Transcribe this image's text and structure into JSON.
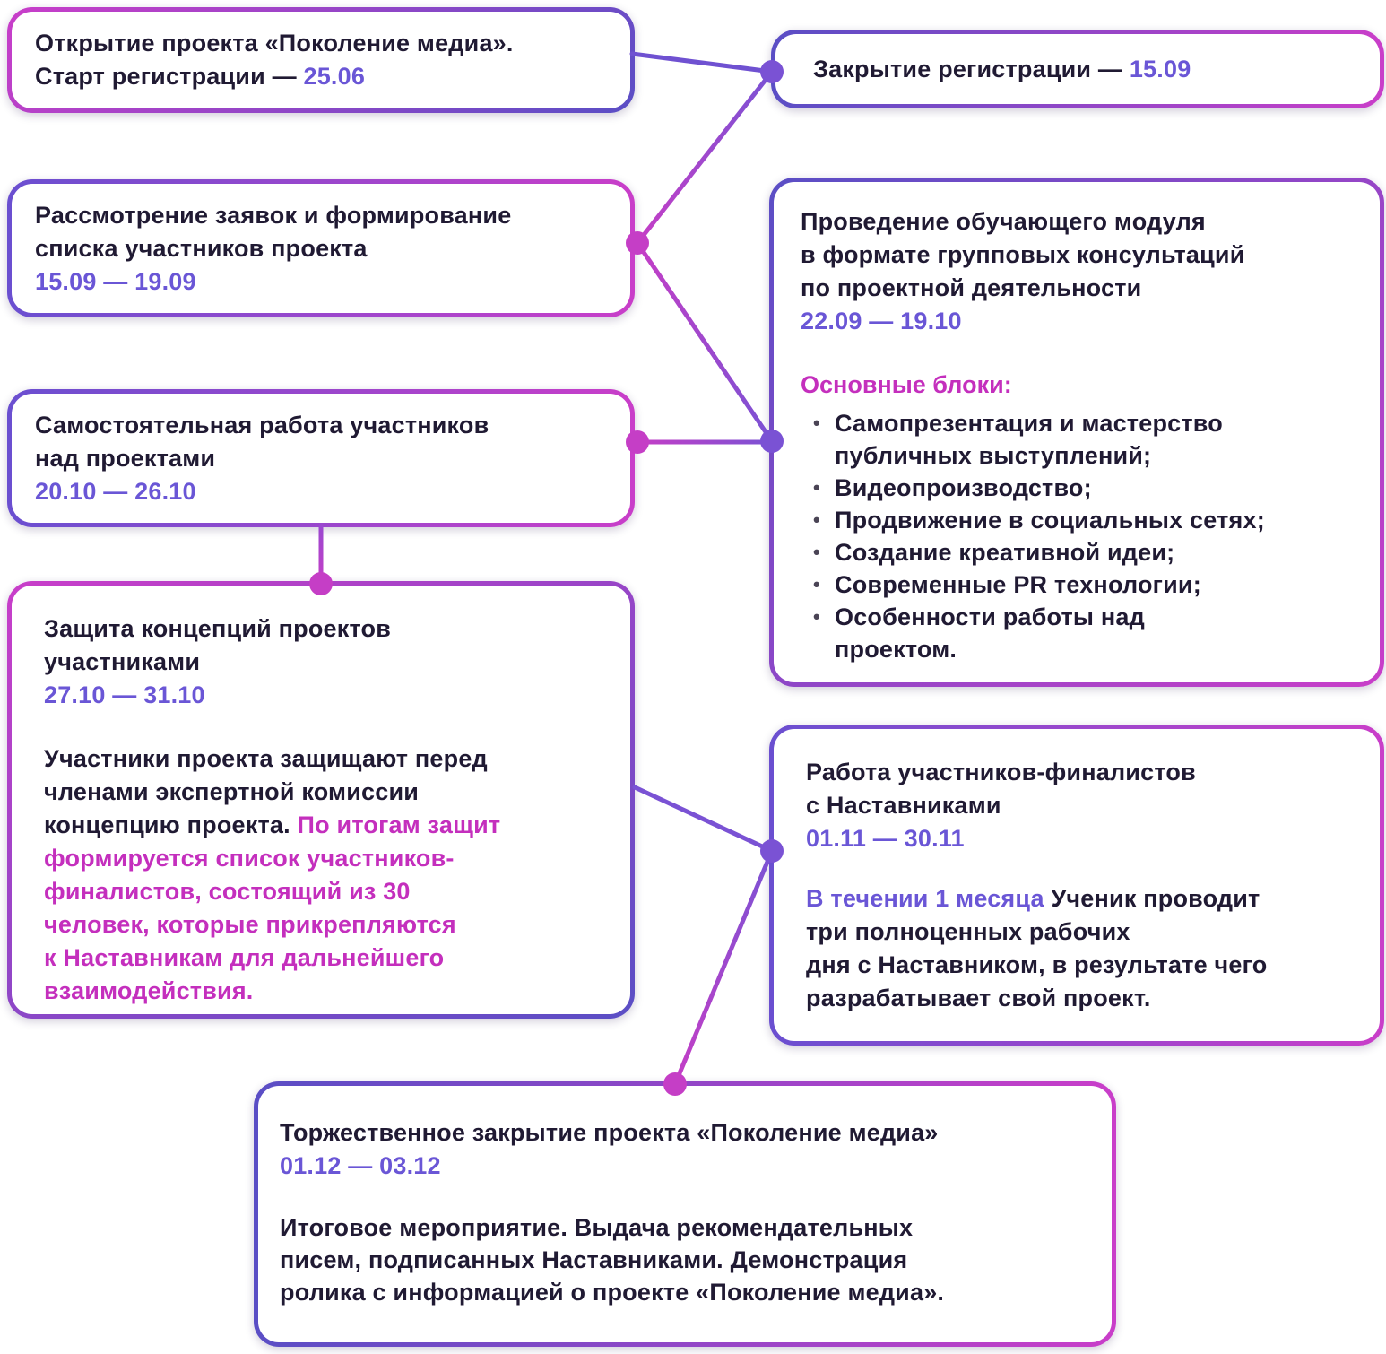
{
  "palette": {
    "dark_text": "#201a33",
    "purple_text": "#6a56d6",
    "pink_text": "#c42fbd",
    "border_purple": "#5a4ec5",
    "border_pink": "#c93ec9",
    "dot_purple": "#7a52d4",
    "dot_pink": "#c53ec6"
  },
  "boxes": {
    "opening": {
      "title": "Открытие проекта «Поколение медиа».\nСтарт регистрации — ",
      "date": "25.06"
    },
    "reg_close": {
      "title": "Закрытие регистрации — ",
      "date": "15.09"
    },
    "applications": {
      "title": "Рассмотрение заявок и формирование\nсписка участников проекта",
      "date": "15.09 — 19.09"
    },
    "training": {
      "title": "Проведение обучающего модуля\nв формате групповых консультаций\nпо проектной деятельности",
      "date": "22.09 — 19.10",
      "blocks_label": "Основные блоки:",
      "blocks": [
        "Самопрезентация и мастерство\nпубличных выступлений;",
        "Видеопроизводство;",
        "Продвижение в социальных сетях;",
        "Создание креативной идеи;",
        "Современные PR технологии;",
        "Особенности работы над\nпроектом."
      ]
    },
    "independent": {
      "title": "Самостоятельная работа участников\nнад проектами",
      "date": "20.10 — 26.10"
    },
    "defense": {
      "title": "Защита концепций проектов\nучастниками",
      "date": "27.10 — 31.10",
      "body_normal": "Участники проекта защищают перед\nчленами экспертной комиссии\nконцепцию проекта. ",
      "body_pink": "По итогам защит\nформируется список участников-\nфиналистов, состоящий из 30\nчеловек, которые прикрепляются\nк Наставникам для дальнейшего\nвзаимодействия."
    },
    "mentors": {
      "title": "Работа участников-финалистов\nс Наставниками",
      "date": "01.11 — 30.11",
      "body_highlight": "В течении 1 месяца ",
      "body_normal": "Ученик проводит\nтри полноценных рабочих\nдня с Наставником, в результате чего\nразрабатывает свой проект."
    },
    "closing": {
      "title": "Торжественное закрытие проекта «Поколение медиа»",
      "date": "01.12 — 03.12",
      "body": "Итоговое мероприятие. Выдача рекомендательных\nписем, подписанных Наставниками. Демонстрация\nролика с информацией о проекте «Поколение медиа»."
    }
  }
}
